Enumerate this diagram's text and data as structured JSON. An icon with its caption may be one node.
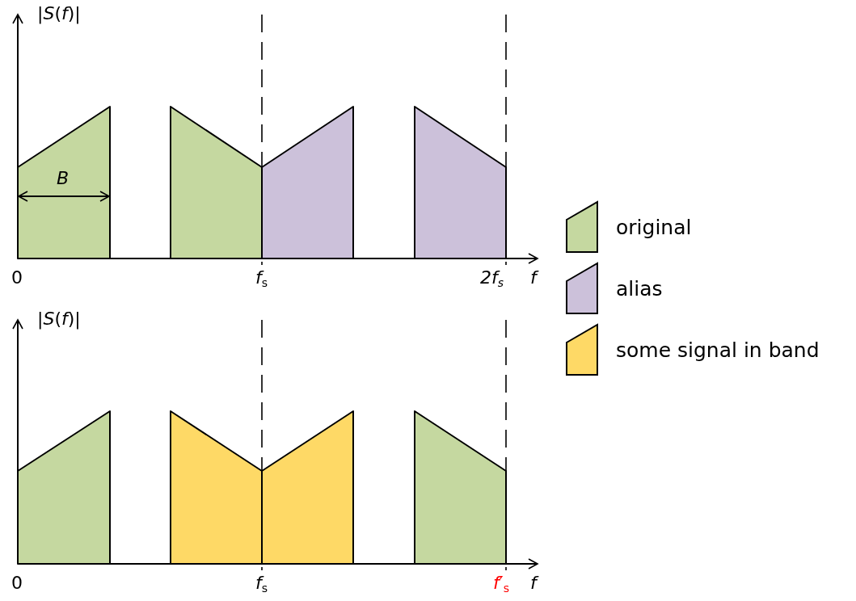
{
  "diagram": {
    "labels": [
      "|*S*(*f*)|",
      "B",
      "0",
      "*f*$_{s}$",
      "2f$_{s}$",
      "f",
      "|*S*(*f*)|",
      "0",
      "*f*$_{s}$",
      "*f*′$_{s}$",
      "f"
    ],
    "legend": [
      {
        "text": "original",
        "color": "#c5d8a0"
      },
      {
        "text": "alias",
        "color": "#ccc1da"
      },
      {
        "text": "some signal in band",
        "color": "#fed966"
      }
    ]
  }
}
